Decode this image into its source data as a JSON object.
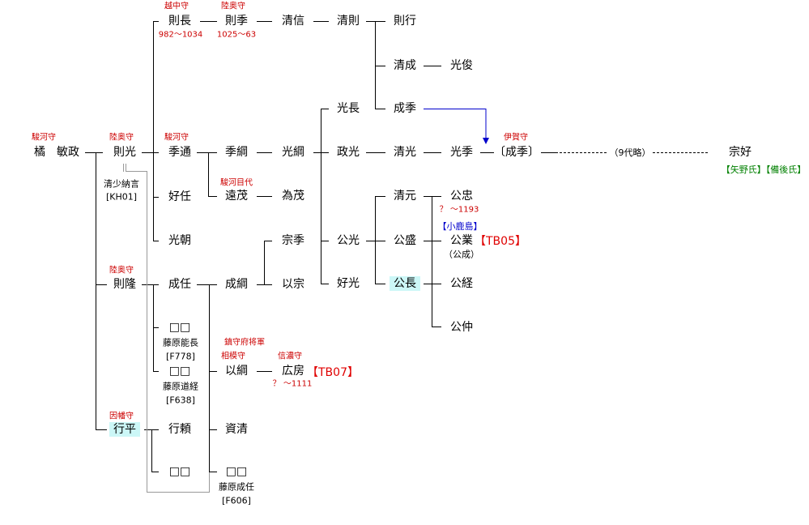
{
  "persons": {
    "tachibana_toshimasa": "橘　敏政",
    "norimitsu": "則光",
    "norinaga": "則長",
    "norisue": "則季",
    "kiyonobu": "清信",
    "kiyonori": "清則",
    "noriyuki": "則行",
    "kiyonari": "清成",
    "mitsutoshi": "光俊",
    "mitsunaga": "光長",
    "narisue_a": "成季",
    "suemichi": "季通",
    "suetsuna": "季綱",
    "mitsutsuna": "光綱",
    "masamitsu": "政光",
    "kiyomitsu": "清光",
    "mitsusue": "光季",
    "narisue_b": "〔成季〕",
    "muneyoshi": "宗好",
    "yoshito": "好任",
    "toomochi": "遠茂",
    "tamemochi": "為茂",
    "mitsutomo": "光朝",
    "kiyomoto": "清元",
    "kotada": "公忠",
    "kimimitsu": "公光",
    "kimimori": "公盛",
    "kimigyo": "公業",
    "kiminaga": "公長",
    "kimitsune": "公経",
    "kiminaka": "公仲",
    "yoshimitsu": "好光",
    "munesue": "宗季",
    "mochimune": "以宗",
    "noritaka": "則隆",
    "narito": "成任",
    "naritsuna": "成綱",
    "unknown_1": "□□",
    "unknown_2": "□□",
    "mochitsuna": "以綱",
    "hirofusa": "広房",
    "yukihira": "行平",
    "yukiyori": "行頼",
    "sukekiyo": "資清",
    "unknown_3": "□□",
    "unknown_4": "□□"
  },
  "titles": {
    "suruga_no_kami_1": "駿河守",
    "mutsu_no_kami_1": "陸奥守",
    "etchu_no_kami": "越中守",
    "mutsu_no_kami_2": "陸奥守",
    "suruga_no_kami_2": "駿河守",
    "iga_no_kami": "伊賀守",
    "suruga_mokudai": "駿河目代",
    "mutsu_no_kami_3": "陸奥守",
    "chinju_shogun": "鎮守府将軍",
    "sagami_no_kami": "相模守",
    "shinano_no_kami": "信濃守",
    "inaba_no_kami": "因幡守"
  },
  "dates": {
    "norinaga": "982～1034",
    "norisue": "1025～63",
    "kotada": "？ ～1193",
    "hirofusa": "？ ～1111"
  },
  "notes": {
    "seishonagon": "清少納言",
    "kh01": "[KH01]",
    "fujiwara_yoshinaga": "藤原能長",
    "f778": "[F778]",
    "fujiwara_michitsune": "藤原道経",
    "f638": "[F638]",
    "fujiwara_narito": "藤原成任",
    "f606": "[F606]",
    "kosei": "（公成）",
    "generations": "（9代略）"
  },
  "refs": {
    "tb05": "【TB05】",
    "tb07": "【TB07】"
  },
  "place": {
    "kokashima": "【小鹿島】"
  },
  "clans": {
    "yano_bingo": "【矢野氏】【備後氏】"
  },
  "colors": {
    "title_red": "#cc0000",
    "ref_red": "#e00000",
    "link_blue": "#0000cc",
    "clan_green": "#008000",
    "highlight_cyan": "#ccf7f7",
    "line_black": "#000000",
    "line_gray": "#999999"
  }
}
